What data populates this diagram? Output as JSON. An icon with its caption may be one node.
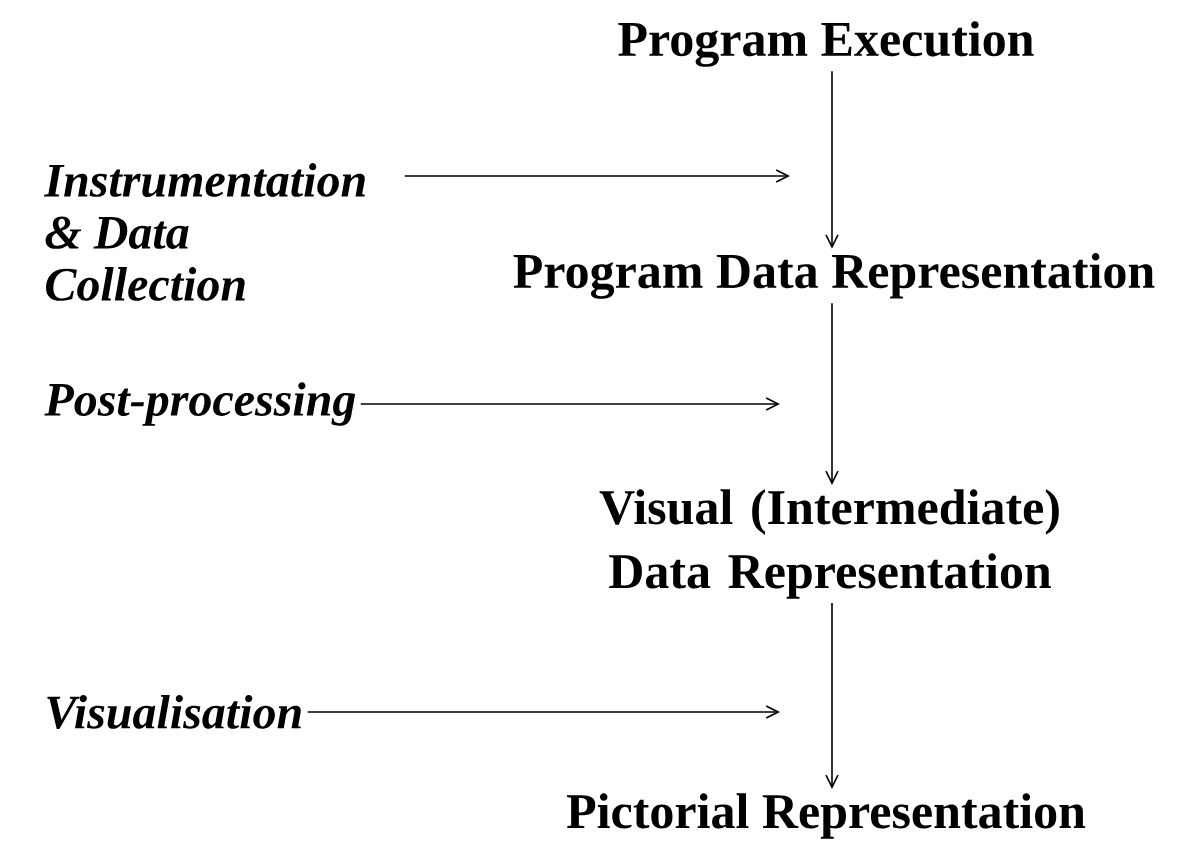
{
  "diagram": {
    "nodes": [
      {
        "text": [
          "Program Execution"
        ]
      },
      {
        "text": [
          "Instrumentation & Data Collection"
        ]
      },
      {
        "text": [
          "Program Data Representation"
        ]
      },
      {
        "text": [
          "Post-processing"
        ]
      },
      {
        "text": [
          "Visual (Intermediate) Data Representation"
        ]
      },
      {
        "text": [
          "Visualisation"
        ]
      },
      {
        "text": [
          "Pictorial Representation"
        ]
      }
    ],
    "edges": [
      {
        "from": 0,
        "to": 2,
        "arrow": "to"
      },
      {
        "from": 1,
        "to": null,
        "arrow": "to"
      },
      {
        "from": 2,
        "to": 4,
        "arrow": "to"
      },
      {
        "from": 3,
        "to": null,
        "arrow": "to"
      },
      {
        "from": 4,
        "to": 6,
        "arrow": "to"
      },
      {
        "from": 5,
        "to": null,
        "arrow": "to"
      }
    ]
  }
}
